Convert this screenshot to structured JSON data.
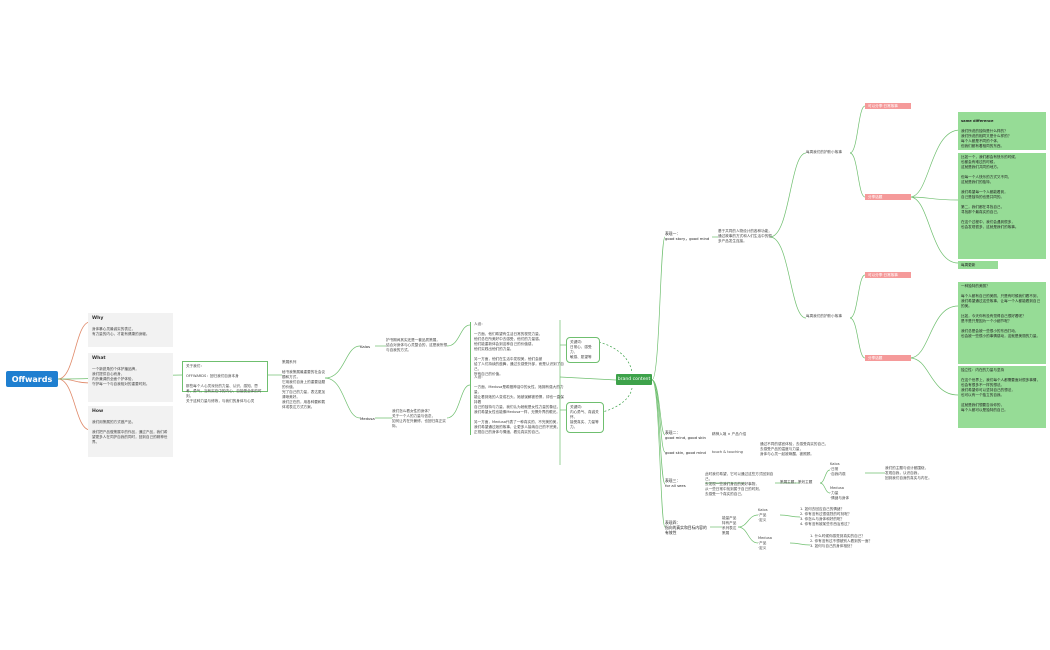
{
  "root": "Offwards",
  "why": {
    "title": "Why",
    "body": "身体暴心灵最诚实的表达，\n有力量的内心，才能有健康的身躯。"
  },
  "what": {
    "title": "What",
    "body": "一个新锐角的个体护播品牌，\n我们提供自心而身、\n内外兼调的全面个护体验，\n守护每一个与自我相对的重要时刻。"
  },
  "how": {
    "title": "How",
    "body": "我们用策展的方式做产品，\n\n我们把产品做策展中的作品，通过产品，我们希望更多人在同护自我的同时，回到自己的精神世界。"
  },
  "about": "关于我们：\n\nOFFWARDS：回归我们自身本身\n\n那些每个人心灵深处的力量、认识、感知、思考、勇气，当有实在中的内心，自接受全体的时刻。\n关于这种力量与修炼，与我们的身体与心灵",
  "curation": "策展系列\n\n秘书我策展最重要的社会议题和方式，\n它用我们自身上的重要话题的价值，\n完了自己的力量，表达更加清晰美好。\n我们正在的，用各种要和载体或表达方式方案。",
  "kalos": {
    "label": "Kalos",
    "desc": "护书期间其实还是一套品质策展，\n结合对身体与心灵整合的，这是我所想与自我的方式。"
  },
  "medusa": {
    "label": "Medusa",
    "desc": "我们怎么看女性的身体？\n关于一个人的力量与信念，\n如何让内在外兼修，也回归真正实际。"
  },
  "kalos_text": "人设：\n\n一方面，他们希望有生活日常的视觉力量，\n他们总在所美好中去感受，他们的力量感。\n他们能重新体会到这种自己的价值感，\n他们实践出他们的力量。\n\n另一方面，他们在生活中发现美，他们会被\n给了人们持续的鼓舞，通过去感受外部，而是认识到了自己，\n所有自己的价值。",
  "medusa_text": "人设：\n\n一方面，Medusa是希腊神话中的女性，她拥有强大的力量，\n能让看到她的人变成石头。她被误解被恐惧，却也一直保持着\n自己的独特与力量，我们认为她就是女性力量的象征。\n我们希望女性也能像Medusa一样，无惧外界的眼光。\n\n另一方面，Medusa代表了一种真实的、不完美的美，\n我们希望通过她的故事，让更多人接纳自己的不完美，\n正视自己的身体与情绪，看见真实的自己。",
  "kw1": "关键词：\n日常心、感受力、\n敏感、愿望等",
  "kw2": "关键词：\n内心勇气、真诚关怀、\n接受真实、力量等力。",
  "center": "brand content",
  "g1": {
    "label": "表现一：\ngood story，good mind",
    "text": "基于共同的人物设计的各种功能，\n通过故事的方式和人们生活中的很多产品发生连接。"
  },
  "g2": {
    "label": "表现二：\ngood mind, good skin",
    "text": "精神入境 × 产品介绍"
  },
  "g3": {
    "label": "good skin, good mind",
    "text": "touch & touching",
    "extra": "通过不同的感官体验，去感受真实的自己，\n去感受产品的温度与力量，\n身体与心灵一起被唤醒，被照顾。"
  },
  "g4": {
    "label": "表现三：\nfor all sees",
    "text": "此时我们希望，它可以通过这些方式回到自己，\n去发现一些我们身边的美好事物，\n从一些日常中找到属于自己的时刻，\n去感受一个真实的自己。",
    "topic": "策展主题，策划主题"
  },
  "g4_items": {
    "kalos": "Kalos\n·日常\n·自我内观",
    "medusa": "Medusa\n·力量\n·情绪与身体",
    "right": "我们的主题与设计都围绕，\n发现自我，认识自我，\n回到我们自身的真实与内在。"
  },
  "g5": {
    "label": "表现四：\n指向的真实和目标内容的有效性",
    "sub": "能量产品\n特有产品\n系列表达\n策展",
    "kalos": "Kalos\n·产品\n·定义",
    "medusa": "Medusa\n·产品\n·定义",
    "kalos_q": "1. 如何去回应自己的情绪？\n2. 你有没有过很强烈的时刻呢？\n3. 你怎么与身体和好的呢？\n4. 你有没有被某些东西治愈过？",
    "medusa_q": "1. 什么时候你感觉到真实的自己？\n2. 你有没有过不想被别人看到的一面？\n3. 如何与自己的身体相处？"
  },
  "upper": {
    "title": "每周我们的护肤小故事",
    "pink1": "可以分享·日常故事",
    "pink2": "分享话题",
    "green1_title": "same difference",
    "green1": "我们所说的独特是什么样的？\n我们所说的相同又是什么样的？\n每个人都是不同的个体，\n但我们都有着相同的东西。",
    "green2": "比如一个，我们都会有快乐的时候，\n也都会有难过的时候，\n这就是我们共同的地方。\n\n但每一个人快乐的方式又不同，\n这就是我们的独特，\n\n我们希望每一个人都能看到，\n自己是独特的也是共同的。\n\n第二，我们都在寻找自己，\n寻找那个最真实的自己，\n\n在这个过程中，我们会遇到很多，\n也会发现很多，这就是我们的故事。",
    "green3": "每周更新"
  },
  "lower": {
    "title": "每周我们的护肤小故事",
    "pink1": "可以分享·日常故事",
    "pink2": "分享话题",
    "green1": "一种独特的美丽？\n\n每个人都有自己的美丽，只是有时候我们看不到，\n我们希望通过这些故事，让每一个人都能看到自己的美。\n\n比如，今天你有没有觉得自己很好看呢？\n是不是只是因为一个小细节呢？\n\n我们总是会被一些很小的东西打动，\n也会被一些很小的事情感动，这就是美丽的力量。",
    "green2": "独立性：内在的力量与坚持\n\n在这个世界上，我们每个人都需要面对很多事情，\n也会有很多不一样的想法。\n我们希望你可以坚持自己的想法，\n也可以有一个独立的自我。\n\n这就是我们想要告诉你的，\n每个人都可以是独特的自己。"
  }
}
